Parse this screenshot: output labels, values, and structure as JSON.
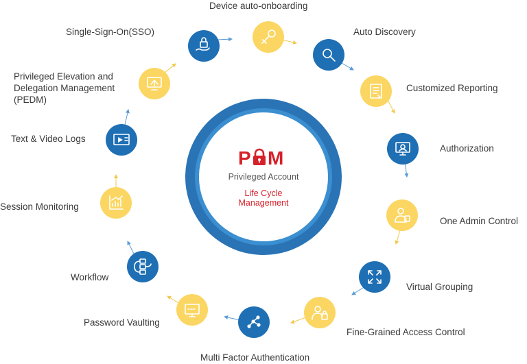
{
  "colors": {
    "ring_outer": "#2a74b6",
    "ring_inner": "#2f86c8",
    "blue_node": "#1f6fb4",
    "yellow_node": "#fbd663",
    "arrow": "#5a9bd6",
    "yellow_arrow": "#f2c94c",
    "pam_red": "#d6202a"
  },
  "center": {
    "logo_letters": [
      "P",
      "M"
    ],
    "subtitle": "Privileged Account",
    "tagline": "Life Cycle\nManagement"
  },
  "features": [
    {
      "label": "Device auto-onboarding",
      "color": "yellow",
      "icon": "key-icon"
    },
    {
      "label": "Auto Discovery",
      "color": "blue",
      "icon": "search-icon"
    },
    {
      "label": "Customized Reporting",
      "color": "yellow",
      "icon": "report-icon"
    },
    {
      "label": "Authorization",
      "color": "blue",
      "icon": "authorization-icon"
    },
    {
      "label": "One Admin Control",
      "color": "yellow",
      "icon": "admin-user-icon"
    },
    {
      "label": "Virtual Grouping",
      "color": "blue",
      "icon": "expand-arrows-icon"
    },
    {
      "label": "Fine-Grained Access Control",
      "color": "yellow",
      "icon": "access-control-icon"
    },
    {
      "label": "Multi Factor Authentication",
      "color": "blue",
      "icon": "network-nodes-icon"
    },
    {
      "label": "Password Vaulting",
      "color": "yellow",
      "icon": "password-screen-icon"
    },
    {
      "label": "Workflow",
      "color": "blue",
      "icon": "workflow-icon"
    },
    {
      "label": "Session Monitoring",
      "color": "yellow",
      "icon": "chart-monitor-icon"
    },
    {
      "label": "Text & Video Logs",
      "color": "blue",
      "icon": "video-log-icon"
    },
    {
      "label": "Privileged Elevation and\nDelegation Management\n(PEDM)",
      "color": "yellow",
      "icon": "elevation-screen-icon"
    },
    {
      "label": "Single-Sign-On(SSO)",
      "color": "blue",
      "icon": "lock-hand-icon"
    }
  ]
}
